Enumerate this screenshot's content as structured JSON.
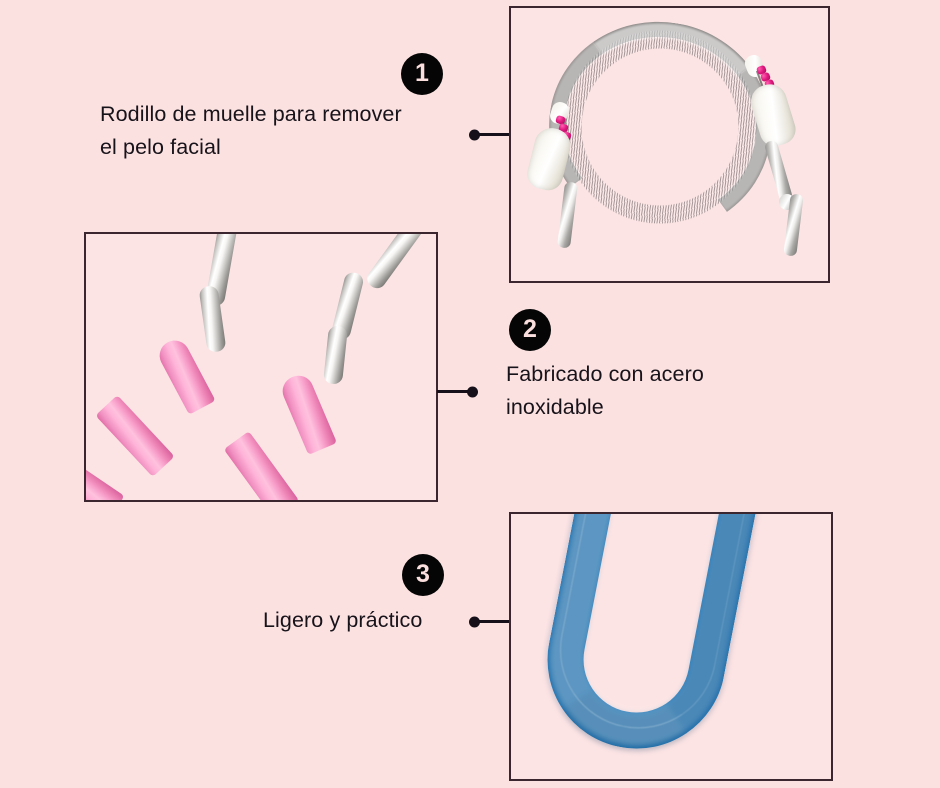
{
  "page": {
    "background_color": "#fce1e1",
    "panel_background_color": "#fde4e4",
    "panel_border_color": "#3b2630",
    "badge_color": "#050505",
    "badge_text_color": "#fbdede",
    "connector_color": "#15101a",
    "text_color": "#17131a"
  },
  "features": [
    {
      "number": "1",
      "text": "Rodillo de muelle para remover\nel pelo facial",
      "image": {
        "caption_subject": "spring-threader-arch",
        "colors": {
          "spring_metal": "#8d8a88",
          "grip_white": "#ffffff",
          "bead_magenta": "#e0197f",
          "chrome": "#c7c5c2"
        }
      }
    },
    {
      "number": "2",
      "text": "Fabricado con acero\ninoxidable",
      "image": {
        "caption_subject": "stainless-steel-arms-pink-grips",
        "colors": {
          "chrome": "#c7c5c2",
          "pink_grip": "#ffb4d8"
        }
      }
    },
    {
      "number": "3",
      "text": "Ligero y práctico",
      "image": {
        "caption_subject": "blue-u-shaped-handle",
        "colors": {
          "blue_handle": "#1b78bb"
        }
      }
    }
  ]
}
